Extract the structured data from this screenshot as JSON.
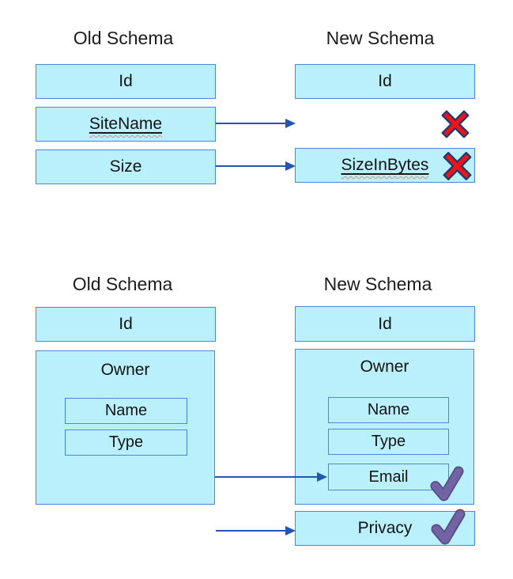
{
  "diagram_top": {
    "old_schema": {
      "title": "Old Schema",
      "fields": {
        "id": "Id",
        "site_name": "SiteName",
        "size": "Size"
      }
    },
    "new_schema": {
      "title": "New Schema",
      "fields": {
        "id": "Id",
        "size_in_bytes": "SizeInBytes"
      }
    }
  },
  "diagram_bottom": {
    "old_schema": {
      "title": "Old Schema",
      "fields": {
        "id": "Id",
        "owner": "Owner",
        "name": "Name",
        "type": "Type"
      }
    },
    "new_schema": {
      "title": "New Schema",
      "fields": {
        "id": "Id",
        "owner": "Owner",
        "name": "Name",
        "type": "Type",
        "email": "Email",
        "privacy": "Privacy"
      }
    }
  },
  "icons": {
    "removed": "red-x-mark",
    "added": "purple-check-mark"
  },
  "colors": {
    "box_fill": "#b9f0fc",
    "box_border": "#4a85e2",
    "arrow_blue": "#2156b3",
    "x_fill": "#ed1515",
    "x_outline": "#1e3a75",
    "check_fill": "#7264a4",
    "check_outline": "#574a83",
    "squiggle_red": "#e08a8a"
  }
}
